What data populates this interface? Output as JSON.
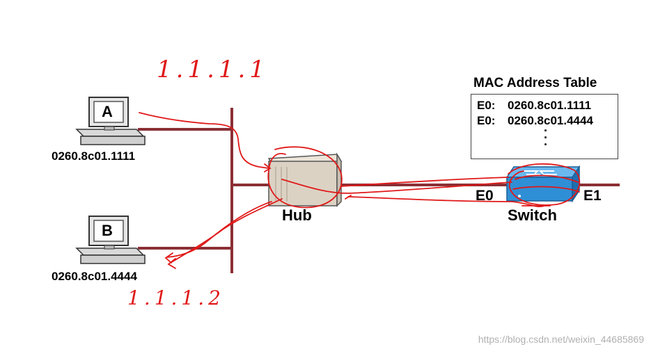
{
  "hosts": [
    {
      "letter": "A",
      "mac": "0260.8c01.1111",
      "handwritten_ip": "1.1.1.1"
    },
    {
      "letter": "B",
      "mac": "0260.8c01.4444",
      "handwritten_ip": "1.1.1.2"
    }
  ],
  "hub_label": "Hub",
  "switch_label": "Switch",
  "ports": {
    "e0": "E0",
    "e1": "E1"
  },
  "mac_table": {
    "title": "MAC Address Table",
    "rows": [
      {
        "port": "E0:",
        "mac": "0260.8c01.1111"
      },
      {
        "port": "E0:",
        "mac": "0260.8c01.4444"
      }
    ],
    "ellipsis": "·\n·\n·"
  },
  "watermark": "https://blog.csdn.net/weixin_44685869",
  "colors": {
    "link": "#8b2f35",
    "annotation": "#e01818",
    "switch": "#2f8fd6"
  }
}
